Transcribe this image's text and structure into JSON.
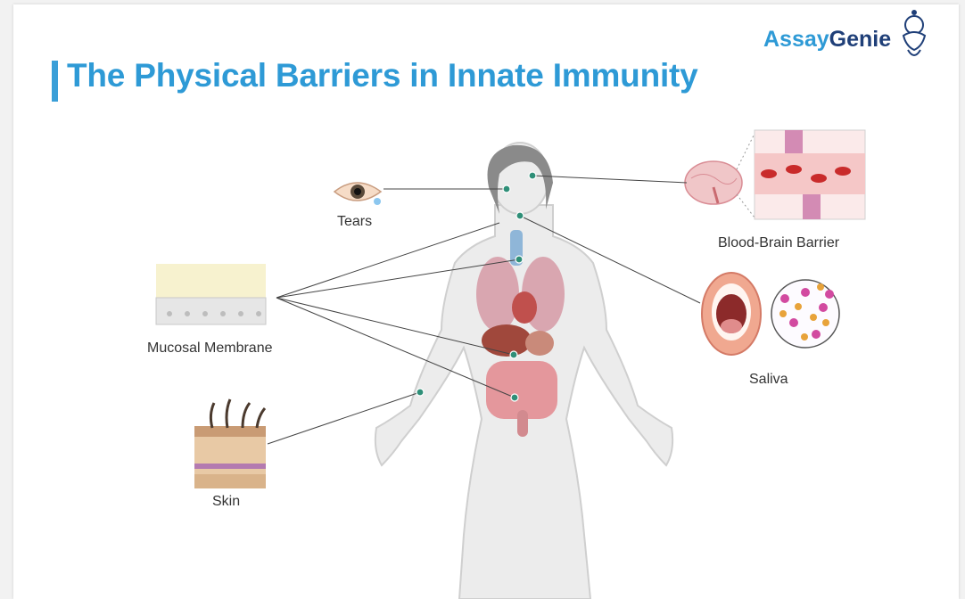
{
  "title": "The Physical Barriers in Innate Immunity",
  "logo": {
    "part1": "Assay",
    "part2": "Genie"
  },
  "labels": {
    "tears": "Tears",
    "mucosal": "Mucosal Membrane",
    "skin": "Skin",
    "bbb": "Blood-Brain Barrier",
    "saliva": "Saliva"
  },
  "colors": {
    "title": "#2e9ad6",
    "logo_dark": "#1f3f78",
    "connector": "#2f8f78"
  }
}
